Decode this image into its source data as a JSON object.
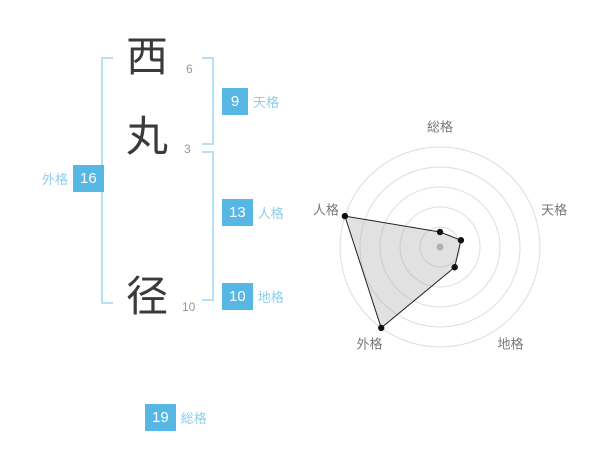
{
  "name": {
    "characters": [
      {
        "char": "西",
        "strokes": "6"
      },
      {
        "char": "丸",
        "strokes": "3"
      },
      {
        "char": "径",
        "strokes": "10"
      }
    ]
  },
  "kaku": {
    "tenkaku": {
      "label": "天格",
      "value": "9"
    },
    "jinkaku": {
      "label": "人格",
      "value": "13"
    },
    "chikaku": {
      "label": "地格",
      "value": "10"
    },
    "gaikaku": {
      "label": "外格",
      "value": "16"
    },
    "soukaku": {
      "label": "総格",
      "value": "19"
    }
  },
  "chart_data": {
    "type": "radar",
    "title": "",
    "categories": [
      "総格",
      "天格",
      "地格",
      "外格",
      "人格"
    ],
    "values": [
      15,
      22,
      25,
      100,
      100
    ],
    "max": 100,
    "rings": 5,
    "angles_deg": [
      90,
      18,
      -54,
      -126,
      162
    ],
    "grid": "concentric-circles",
    "legend": false
  },
  "colors": {
    "accent_blue": "#57b7e4",
    "label_blue": "#8ecdea",
    "bracket_blue": "#b8e0f5",
    "ring_gray": "#dddddd",
    "polygon_fill": "rgba(170,170,170,0.35)",
    "polygon_stroke": "#222222",
    "vertex_dot": "#111111",
    "center_dot": "#b3b0ac"
  }
}
